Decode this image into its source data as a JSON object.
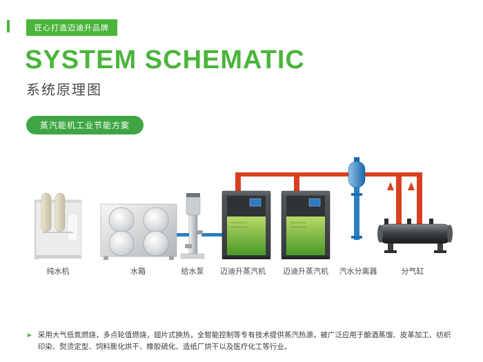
{
  "brand": {
    "badge_label": "匠心打造迈迪升品牌"
  },
  "header": {
    "title": "SYSTEM SCHEMATIC",
    "subtitle": "系统原理图",
    "scheme_tag": "蒸汽能机工业节能方案"
  },
  "diagram": {
    "equipment_labels": [
      "纯水机",
      "水箱",
      "给水泵",
      "迈迪升蒸汽机",
      "迈迪升蒸汽机",
      "汽水分离器",
      "分气缸"
    ]
  },
  "footer": {
    "bullet": "►",
    "description": "采用大气低氮燃烧，多点轮值燃烧，翅片式换热，全智能控制等专有技术提供蒸汽热源，被广泛应用于酿酒蒸馏、皮革加工、纺织印染、熨烫定型、饲料膨化烘干、橡胶硫化、造纸厂烘干以及医疗化工等行业。"
  },
  "colors": {
    "brand_green": "#4bb43c",
    "pipe_red": "#d9401f",
    "pipe_blue": "#2b7fc2"
  }
}
